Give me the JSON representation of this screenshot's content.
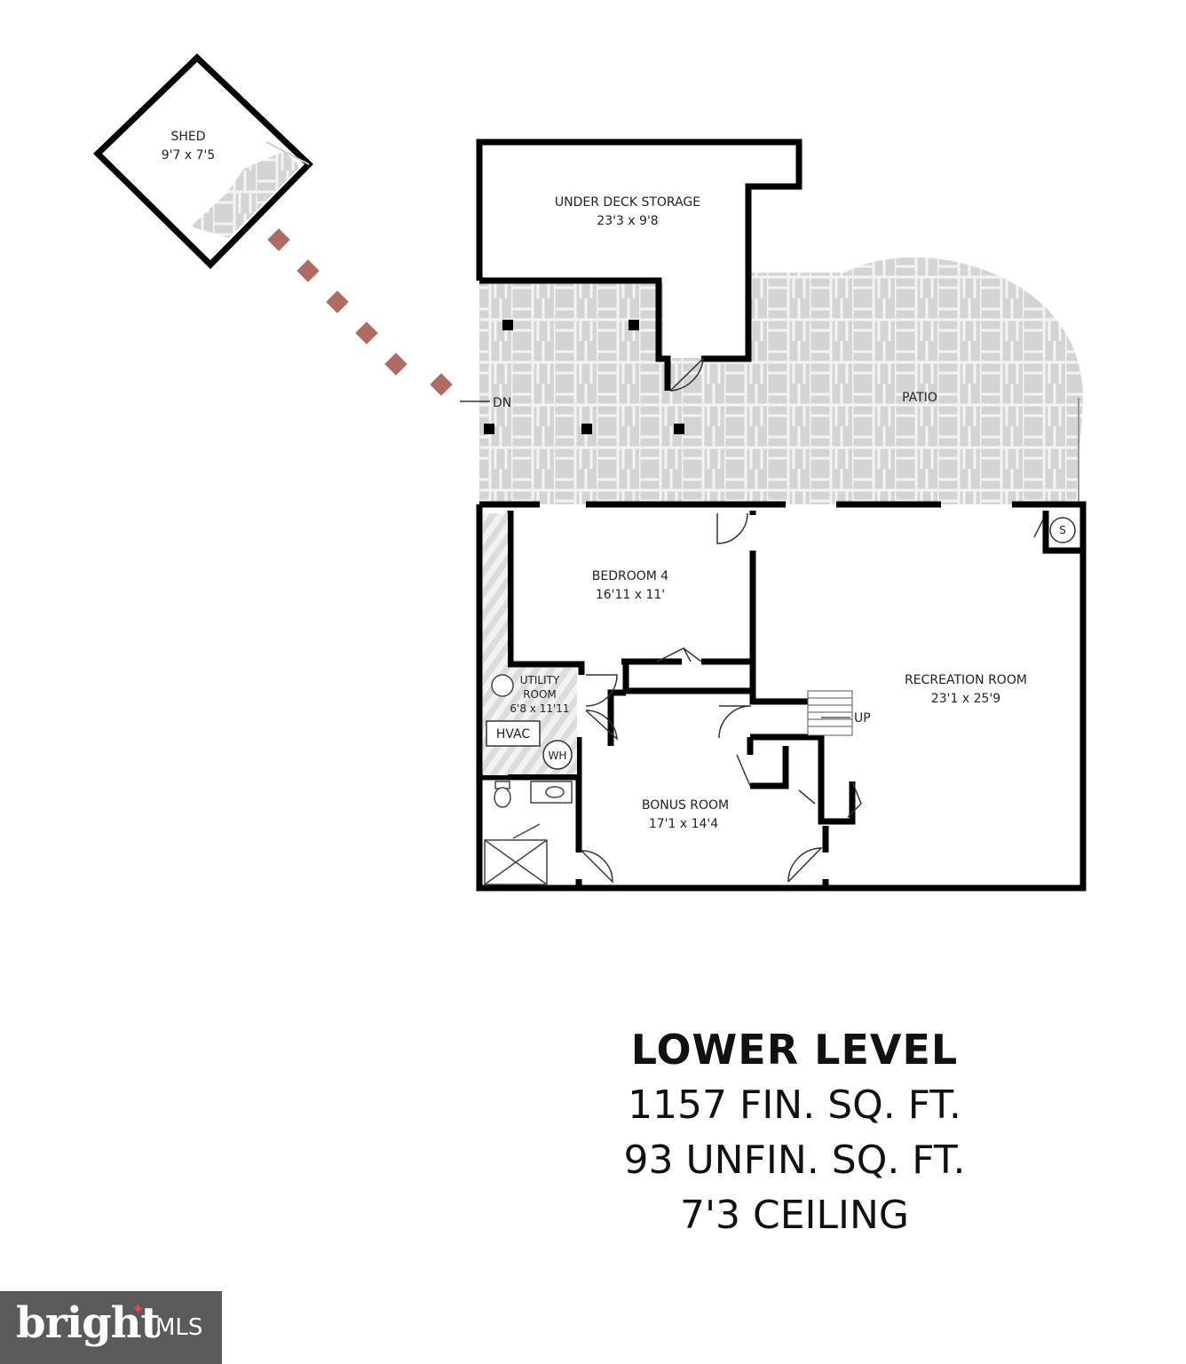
{
  "rooms": {
    "shed": {
      "name": "SHED",
      "dims": "9'7 x 7'5"
    },
    "under_deck": {
      "name": "UNDER DECK STORAGE",
      "dims": "23'3 x 9'8"
    },
    "patio": {
      "name": "PATIO"
    },
    "bedroom4": {
      "name": "BEDROOM 4",
      "dims": "16'11 x 11'"
    },
    "utility": {
      "name_line1": "UTILITY",
      "name_line2": "ROOM",
      "dims": "6'8 x 11'11"
    },
    "recreation": {
      "name": "RECREATION ROOM",
      "dims": "23'1 x 25'9"
    },
    "bonus": {
      "name": "BONUS ROOM",
      "dims": "17'1 x 14'4"
    }
  },
  "fixtures": {
    "hvac": "HVAC",
    "water_heater": "WH",
    "sump": "S"
  },
  "stairs": {
    "down": "DN",
    "up": "UP"
  },
  "summary": {
    "title": "LOWER LEVEL",
    "finished": "1157 FIN. SQ. FT.",
    "unfinished": "93 UNFIN. SQ. FT.",
    "ceiling": "7'3 CEILING"
  },
  "logo": {
    "word": "bright",
    "suffix": "MLS"
  }
}
